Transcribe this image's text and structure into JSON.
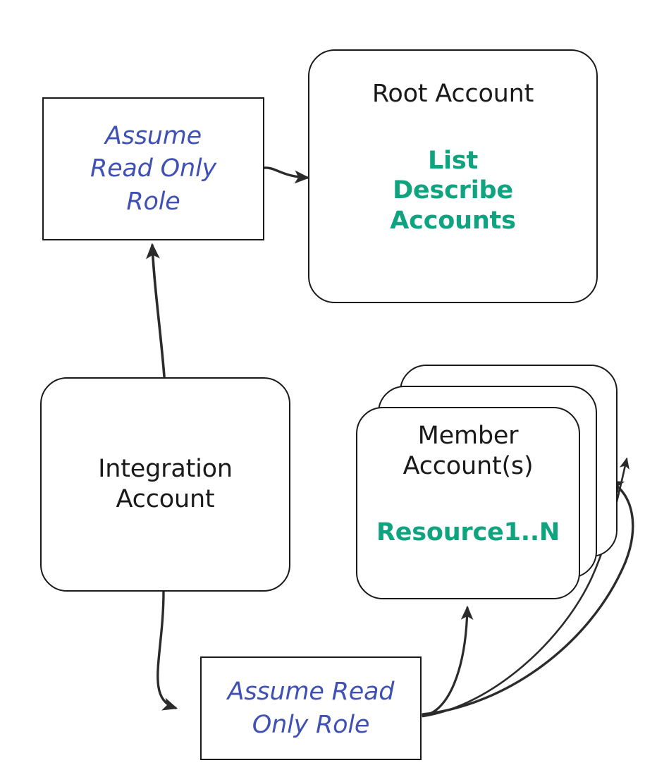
{
  "diagram": {
    "title": "AWS Organizations cross-account read-only role assumption",
    "background_color": "#ffffff",
    "stroke_color": "#1a1a1a",
    "accent_color": "#10a37f",
    "role_color": "#3f51b5",
    "text_color": "#1a1a1a"
  },
  "nodes": {
    "assume_read_only_role_top": {
      "shape": "rectangle",
      "lines": [
        "Assume",
        "Read Only",
        "Role"
      ],
      "style": "role"
    },
    "root_account": {
      "shape": "rounded-rectangle",
      "title": "Root Account",
      "actions": [
        "List",
        "Describe",
        "Accounts"
      ],
      "style": "plain+accent"
    },
    "integration_account": {
      "shape": "rounded-rectangle",
      "lines": [
        "Integration",
        "Account"
      ],
      "style": "plain"
    },
    "member_accounts": {
      "shape": "stacked-rounded-rectangle",
      "stack_count": 3,
      "lines": [
        "Member",
        "Account(s)"
      ],
      "resource_label": "Resource1..N",
      "style": "plain+accent"
    },
    "assume_read_only_role_bottom": {
      "shape": "rectangle",
      "lines": [
        "Assume Read",
        "Only Role"
      ],
      "style": "role"
    }
  },
  "edges": [
    {
      "id": "edge-assume-top-to-root",
      "from": "assume_read_only_role_top",
      "to": "root_account",
      "arrowhead": "end",
      "direction": "right"
    },
    {
      "id": "edge-integration-to-assume-top",
      "from": "integration_account",
      "to": "assume_read_only_role_top",
      "arrowhead": "end",
      "direction": "up"
    },
    {
      "id": "edge-integration-to-assume-bottom",
      "from": "integration_account",
      "to": "assume_read_only_role_bottom",
      "arrowhead": "end",
      "direction": "down-right"
    },
    {
      "id": "edge-assume-bottom-to-member-front",
      "from": "assume_read_only_role_bottom",
      "to": "member_accounts",
      "arrowhead": "end",
      "direction": "up"
    },
    {
      "id": "edge-assume-bottom-to-member-middle",
      "from": "assume_read_only_role_bottom",
      "to": "member_accounts",
      "arrowhead": "end",
      "direction": "left"
    },
    {
      "id": "edge-assume-bottom-to-member-back",
      "from": "assume_read_only_role_bottom",
      "to": "member_accounts",
      "arrowhead": "end",
      "direction": "left"
    }
  ]
}
